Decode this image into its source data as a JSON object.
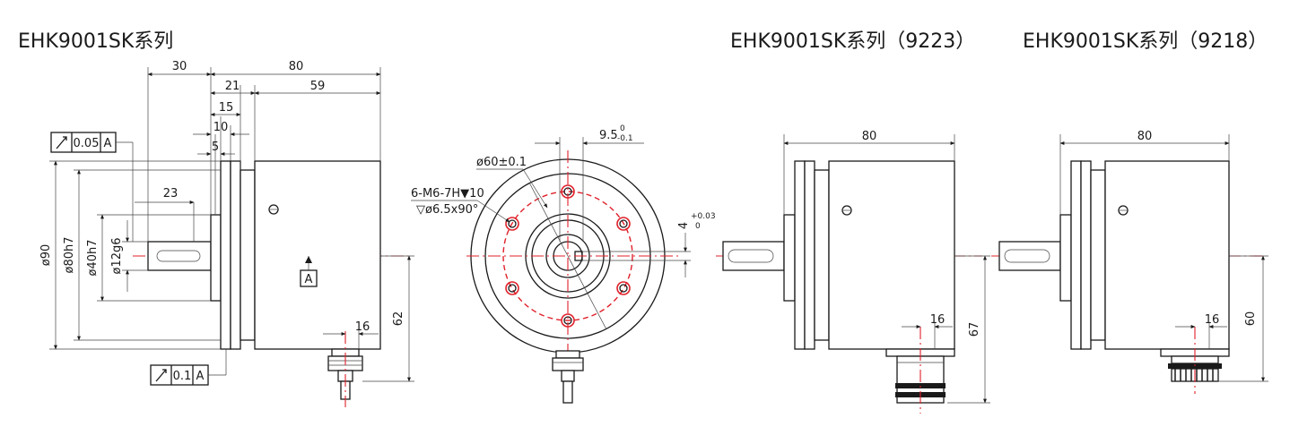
{
  "titles": {
    "main": "EHK9001SK系列",
    "variant_9223": "EHK9001SK系列（9223）",
    "variant_9218": "EHK9001SK系列（9218）"
  },
  "side_view": {
    "dim_30": "30",
    "dim_80": "80",
    "dim_21": "21",
    "dim_59": "59",
    "dim_15": "15",
    "dim_10": "10",
    "dim_5": "5",
    "dim_23": "23",
    "dia_90": "ø90",
    "dia_80h7": "ø80h7",
    "dia_40h7": "ø40h7",
    "dia_12g6": "ø12g6",
    "dim_16": "16",
    "dim_62": "62",
    "datum": "A",
    "tol1": {
      "value": "0.05",
      "ref": "A"
    },
    "tol2": {
      "value": "0.1",
      "ref": "A"
    }
  },
  "front_view": {
    "key_dim": "9.5",
    "key_tol_upper": "0",
    "key_tol_lower": "-0.1",
    "pcd": "ø60±0.1",
    "holes_line1": "6-M6-7H▼10",
    "holes_line2": "▽ø6.5x90°",
    "flat_dim": "4",
    "flat_tol_upper": "+0.03",
    "flat_tol_lower": "0"
  },
  "view_9223": {
    "dim_80": "80",
    "dim_16": "16",
    "dim_67": "67"
  },
  "view_9218": {
    "dim_80": "80",
    "dim_16": "16",
    "dim_60": "60"
  },
  "colors": {
    "line": "#1a1a1a",
    "centerline": "#e0202a"
  }
}
